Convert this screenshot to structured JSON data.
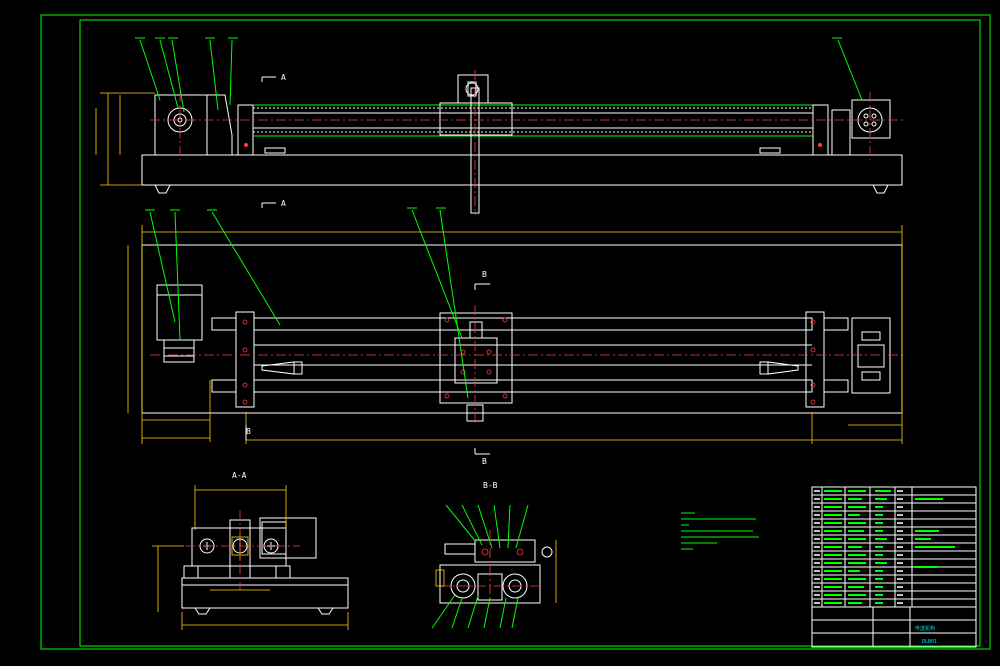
{
  "colors": {
    "background": "#000000",
    "frame": "#00ff00",
    "outline": "#ffffff",
    "center": "#ff3b3b",
    "dimension": "#ffd400"
  },
  "views": {
    "section_a_label": "A",
    "section_b_label": "B",
    "section_aa_title": "A-A",
    "section_bb_title": "B-B"
  },
  "title_block": {
    "drawing_name": "传送机构",
    "drawing_code": "DLB01"
  }
}
